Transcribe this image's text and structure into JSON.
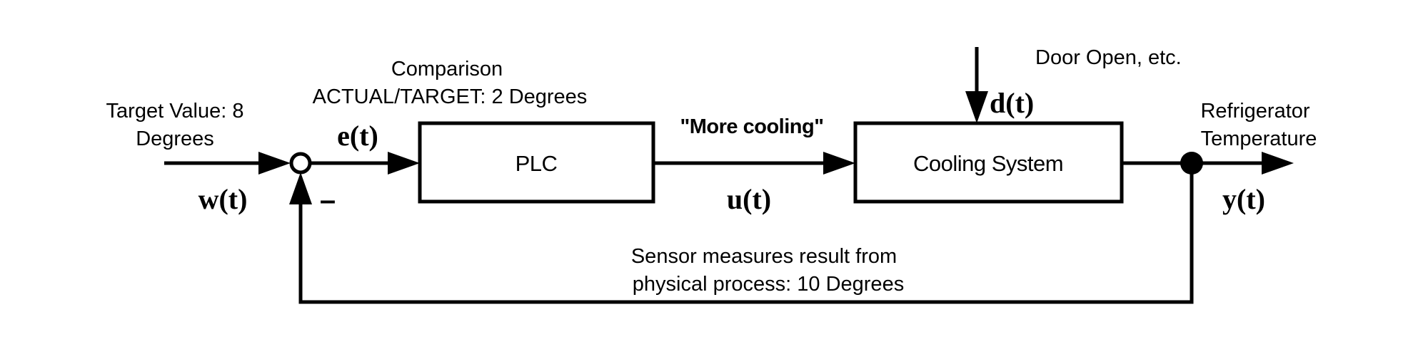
{
  "blocks": {
    "controller": "PLC",
    "plant": "Cooling System"
  },
  "signals": {
    "reference": "w(t)",
    "error": "e(t)",
    "control": "u(t)",
    "disturbance": "d(t)",
    "output": "y(t)",
    "feedback_sign": "–"
  },
  "annotations": {
    "target_line1": "Target Value: 8",
    "target_line2": "Degrees",
    "comparison_line1": "Comparison",
    "comparison_line2": "ACTUAL/TARGET: 2 Degrees",
    "control_action": "\"More cooling\"",
    "disturbance_note": "Door Open, etc.",
    "output_line1": "Refrigerator",
    "output_line2": "Temperature",
    "sensor_line1": "Sensor measures result from",
    "sensor_line2": "physical process: 10 Degrees"
  }
}
